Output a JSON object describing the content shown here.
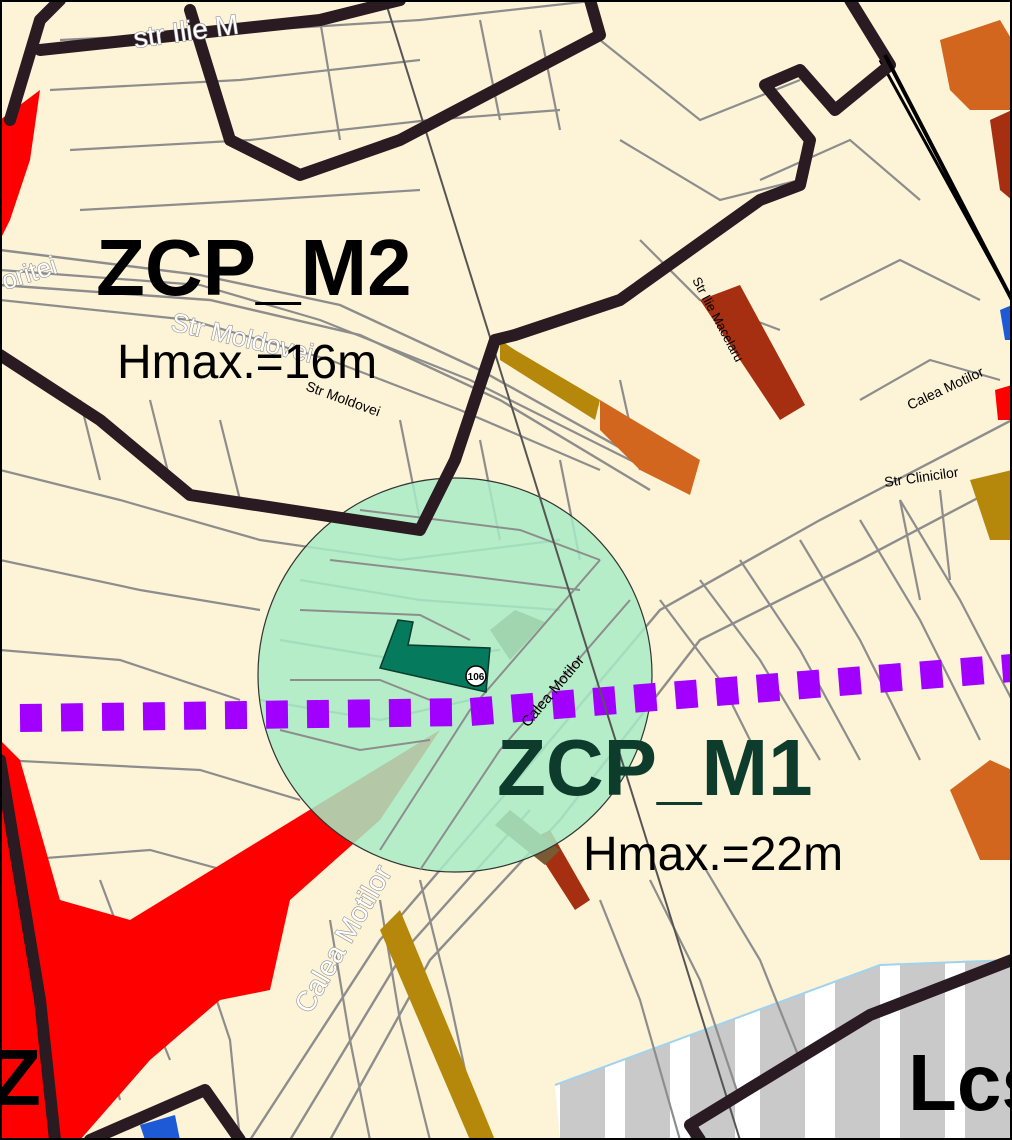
{
  "map": {
    "zones": [
      {
        "code": "ZCP_M2",
        "height": "Hmax.=16m"
      },
      {
        "code": "ZCP_M1",
        "height": "Hmax.=22m"
      },
      {
        "code": "Lcs",
        "height": ""
      },
      {
        "code": "Z",
        "height": ""
      }
    ],
    "streets": [
      {
        "name": "Str Moldovei"
      },
      {
        "name": "Str Ilie Macelaru"
      },
      {
        "name": "Calea Motilor"
      },
      {
        "name": "Str Clinicilor"
      },
      {
        "name": "Calea Motilor"
      }
    ],
    "ghost_labels": [
      "str Ilie M",
      "Str Moldovei",
      "Calea Motilor",
      "oritei"
    ],
    "monument_marker": "106",
    "colors": {
      "background": "#fdf3d6",
      "zone_border": "#2a1a22",
      "parcel_lines": "#8d8d8d",
      "buffer_circle": "#a7ebc6",
      "monument": "#067a5c",
      "red_zone": "#ff0000",
      "orange_building": "#d2661e",
      "dark_red_building": "#a52f10",
      "ochre_building": "#b5870b",
      "brown_building": "#7a5a32",
      "purple_boundary": "#a100ff",
      "blue_building": "#1e5ad6",
      "gray_hatch": "#c9c9c9"
    }
  }
}
